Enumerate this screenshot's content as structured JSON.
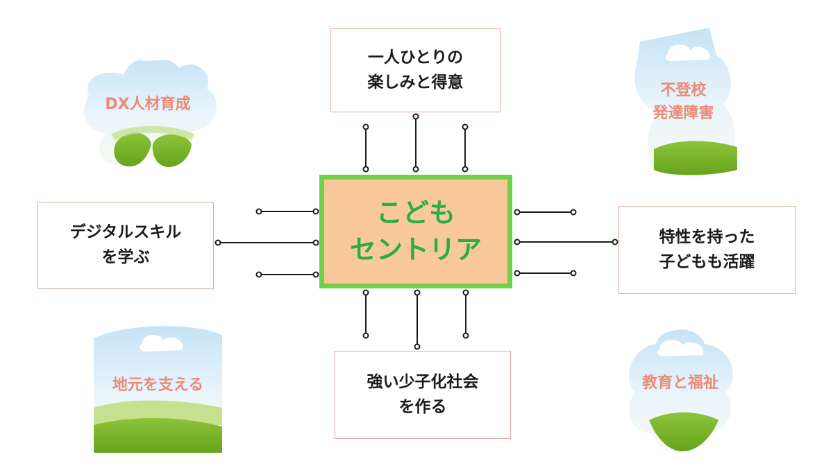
{
  "center": {
    "line1": "こども",
    "line2": "セントリア"
  },
  "boxes": {
    "top": {
      "line1": "一人ひとりの",
      "line2": "楽しみと得意"
    },
    "left": {
      "line1": "デジタルスキル",
      "line2": "を学ぶ"
    },
    "right": {
      "line1": "特性を持った",
      "line2": "子どもも活躍"
    },
    "bottom": {
      "line1": "強い少子化社会",
      "line2": "を作る"
    }
  },
  "scenes": {
    "top_left": {
      "line1": "DX人材育成"
    },
    "top_right": {
      "line1": "不登校",
      "line2": "発達障害"
    },
    "bottom_left": {
      "line1": "地元を支える"
    },
    "bottom_right": {
      "line1": "教育と福祉"
    }
  },
  "colors": {
    "center_fill": "#f9c99b",
    "center_border": "#6fd14a",
    "center_text": "#27ae45",
    "box_border": "#e4a99c",
    "scene_text": "#ec8a78",
    "sky": "#cfe6f5",
    "grass": "#7ab52a"
  }
}
